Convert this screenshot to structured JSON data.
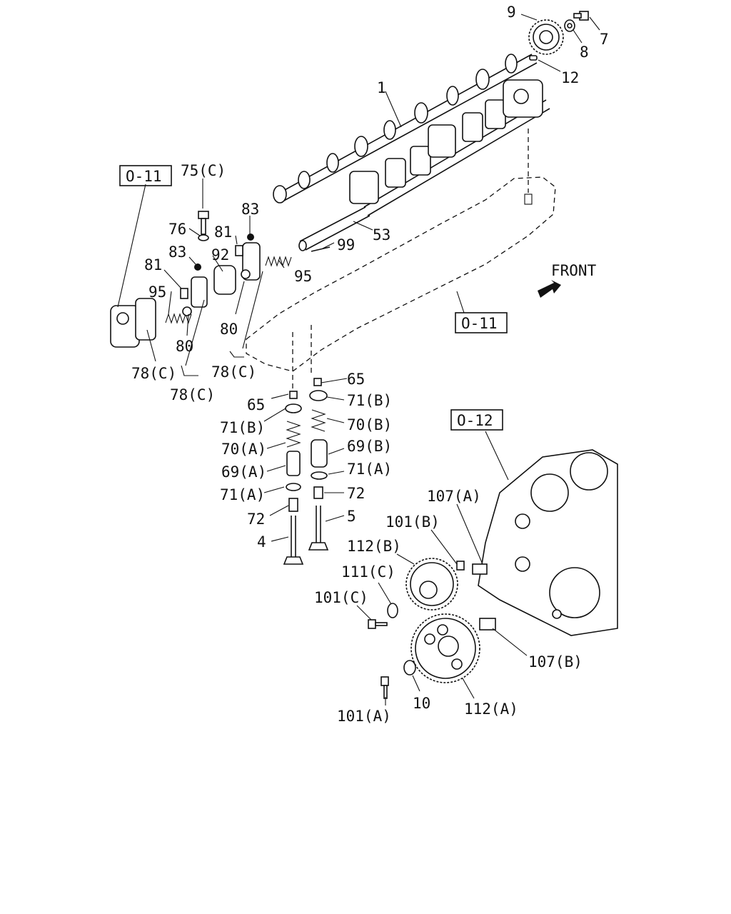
{
  "labels": {
    "l9": "9",
    "l7": "7",
    "l8": "8",
    "l12": "12",
    "l1": "1",
    "l75c": "75(C)",
    "l83a": "83",
    "l76": "76",
    "l81a": "81",
    "l83b": "83",
    "l92": "92",
    "l81b": "81",
    "l95a": "95",
    "l95b": "95",
    "l53": "53",
    "l99": "99",
    "l80a": "80",
    "l80b": "80",
    "l78ca": "78(C)",
    "l78cb": "78(C)",
    "l78cc": "78(C)",
    "l65a": "65",
    "l65b": "65",
    "l71ba": "71(B)",
    "l71bb": "71(B)",
    "l70b": "70(B)",
    "l70a": "70(A)",
    "l69b": "69(B)",
    "l69a": "69(A)",
    "l71aa": "71(A)",
    "l71ab": "71(A)",
    "l72a": "72",
    "l72b": "72",
    "l5": "5",
    "l4": "4",
    "l107a": "107(A)",
    "l101b": "101(B)",
    "l112b": "112(B)",
    "l111c": "111(C)",
    "l101c": "101(C)",
    "l107b": "107(B)",
    "l101a": "101(A)",
    "l10": "10",
    "l112a": "112(A)"
  },
  "refs": {
    "ref_head_left": "O-11",
    "ref_head_right": "O-11",
    "ref_block": "O-12"
  },
  "front_label": "FRONT"
}
